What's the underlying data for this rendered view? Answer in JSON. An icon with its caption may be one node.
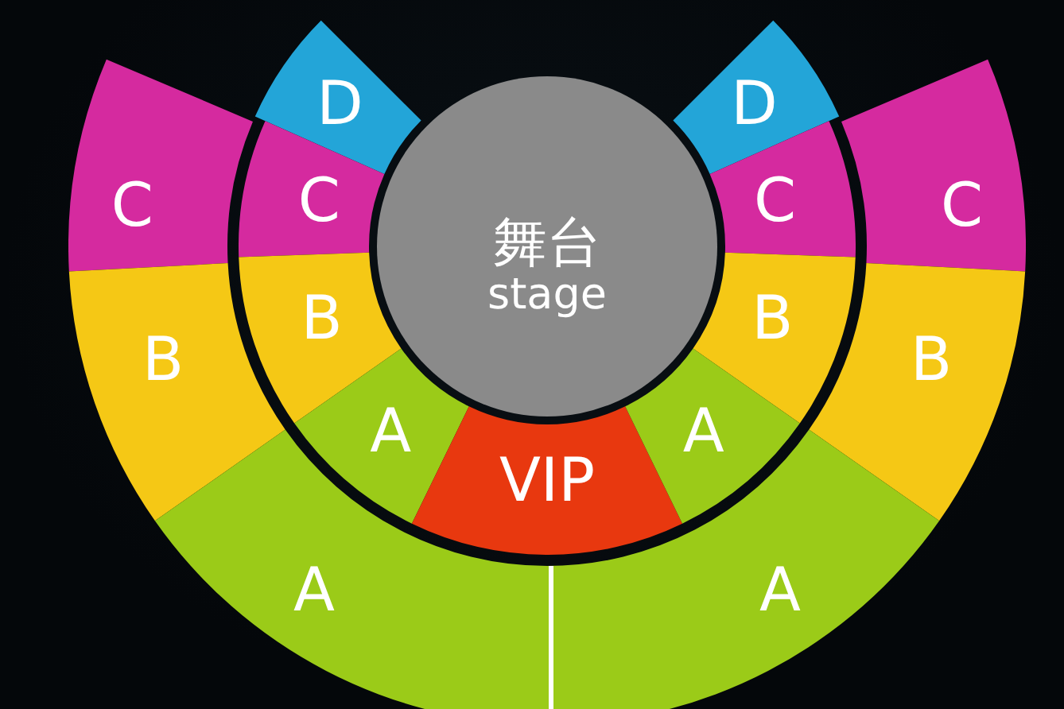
{
  "diagram": {
    "nodes": [
      {
        "text": [
          "D"
        ]
      },
      {
        "text": [
          "D"
        ]
      },
      {
        "text": [
          "C"
        ]
      },
      {
        "text": [
          "C"
        ]
      },
      {
        "text": [
          "舞台",
          "stage"
        ]
      },
      {
        "text": [
          "C"
        ]
      },
      {
        "text": [
          "C"
        ]
      },
      {
        "text": [
          "B"
        ]
      },
      {
        "text": [
          "B"
        ]
      },
      {
        "text": [
          "B"
        ]
      },
      {
        "text": [
          "B"
        ]
      },
      {
        "text": [
          "A"
        ]
      },
      {
        "text": [
          "VIP"
        ]
      },
      {
        "text": [
          "A"
        ]
      },
      {
        "text": [
          "A"
        ]
      },
      {
        "text": [
          "A"
        ]
      }
    ]
  }
}
